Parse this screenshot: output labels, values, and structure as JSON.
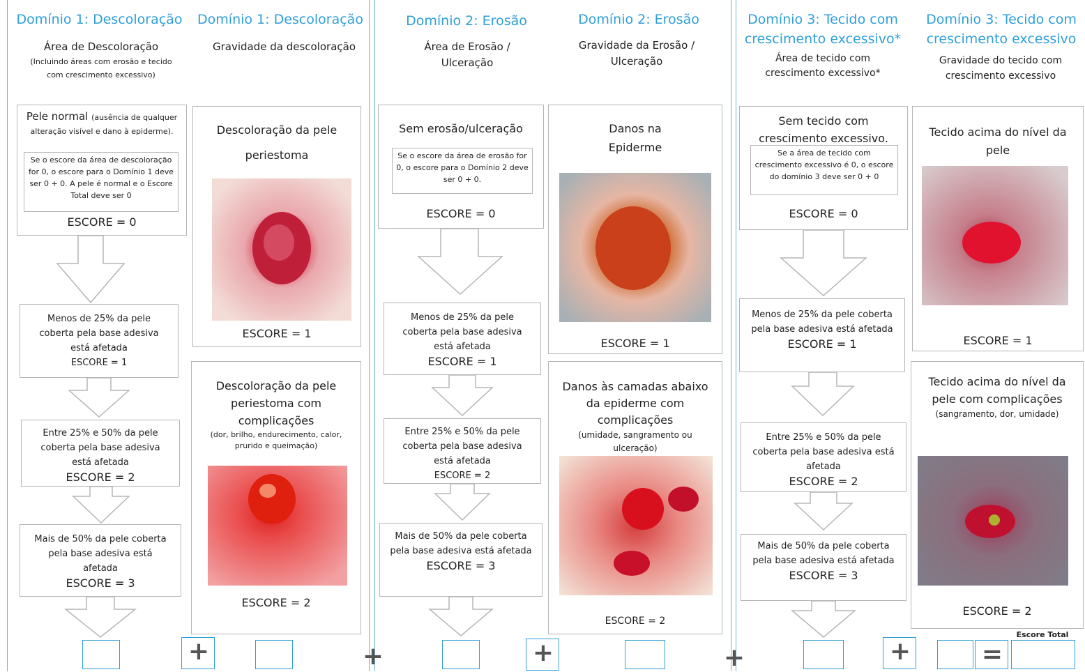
{
  "domain1": {
    "title_a": "Domínio 1: Descoloração",
    "title_b": "Domínio 1: Descoloração",
    "area_heading": "Área de Descoloração",
    "area_note": "(Incluindo áreas com erosão e tecido com crescimento excessivo)",
    "severity_heading": "Gravidade da descoloração",
    "normal_title": "Pele normal",
    "normal_note": "(ausência de qualquer alteração visível e dano à epiderme).",
    "normal_inner": "Se o escore da área de descoloração for 0, o escore para o Domínio 1 deve ser 0 + 0. A pele é normal e o Escore Total deve ser 0",
    "normal_score": "ESCORE = 0",
    "lt25": "Menos de 25% da pele coberta pela base adesiva está afetada",
    "lt25_score": "ESCORE = 1",
    "b25_50": "Entre 25% e 50% da pele coberta pela base adesiva está afetada",
    "b25_50_score": "ESCORE = 2",
    "gt50": "Mais de 50% da pele coberta pela base adesiva está afetada",
    "gt50_score": "ESCORE = 3",
    "sev1_title": "Descoloração da pele periestoma",
    "sev1_score": "ESCORE = 1",
    "sev2_title": "Descoloração da pele periestoma com complicações",
    "sev2_note": "(dor, brilho, endurecimento, calor, prurido e queimação)",
    "sev2_score": "ESCORE = 2"
  },
  "domain2": {
    "title_a": "Domínio 2: Erosão",
    "title_b": "Domínio 2: Erosão",
    "area_heading": "Área de Erosão / Ulceração",
    "severity_heading": "Gravidade da Erosão / Ulceração",
    "none_title": "Sem erosão/ulceração",
    "none_inner": "Se o escore da área de erosão for 0, o escore para o Domínio 2 deve ser 0 + 0.",
    "none_score": "ESCORE = 0",
    "lt25": "Menos de 25% da pele coberta pela base adesiva está afetada",
    "lt25_score": "ESCORE = 1",
    "b25_50": "Entre 25% e 50% da pele coberta pela base adesiva está afetada",
    "b25_50_score": "ESCORE = 2",
    "gt50": "Mais de 50% da pele coberta pela base adesiva está afetada",
    "gt50_score": "ESCORE = 3",
    "sev1_title": "Danos na Epiderme",
    "sev1_score": "ESCORE = 1",
    "sev2_title": "Danos às camadas abaixo da epiderme com complicações",
    "sev2_note": "(umidade, sangramento ou ulceração)",
    "sev2_score": "ESCORE = 2"
  },
  "domain3": {
    "title_a": "Domínio 3: Tecido com crescimento excessivo*",
    "title_b": "Domínio 3: Tecido com crescimento excessivo",
    "area_heading": "Área de tecido com crescimento excessivo*",
    "severity_heading": "Gravidade do tecido com crescimento excessivo",
    "none_title": "Sem tecido com crescimento excessivo.",
    "none_inner": "Se a área de tecido com crescimento excessivo é 0, o escore do domínio 3 deve ser 0 + 0",
    "none_score": "ESCORE = 0",
    "lt25": "Menos de 25% da pele coberta pela base adesiva está afetada",
    "lt25_score": "ESCORE = 1",
    "b25_50": "Entre 25% e 50% da pele coberta pela base adesiva está afetada",
    "b25_50_score": "ESCORE = 2",
    "gt50": "Mais de 50% da pele coberta pela base adesiva está afetada",
    "gt50_score": "ESCORE = 3",
    "sev1_title": "Tecido acima do nível da pele",
    "sev1_score": "ESCORE = 1",
    "sev2_title": "Tecido acima do nível da pele com complicações",
    "sev2_note": "(sangramento, dor, umidade)",
    "sev2_score": "ESCORE = 2"
  },
  "footer": {
    "total_label": "Escore Total",
    "plus_symbol": "+",
    "equals_symbol": "="
  },
  "colors": {
    "accent": "#2f9fd8",
    "border": "#b5b5b5"
  }
}
